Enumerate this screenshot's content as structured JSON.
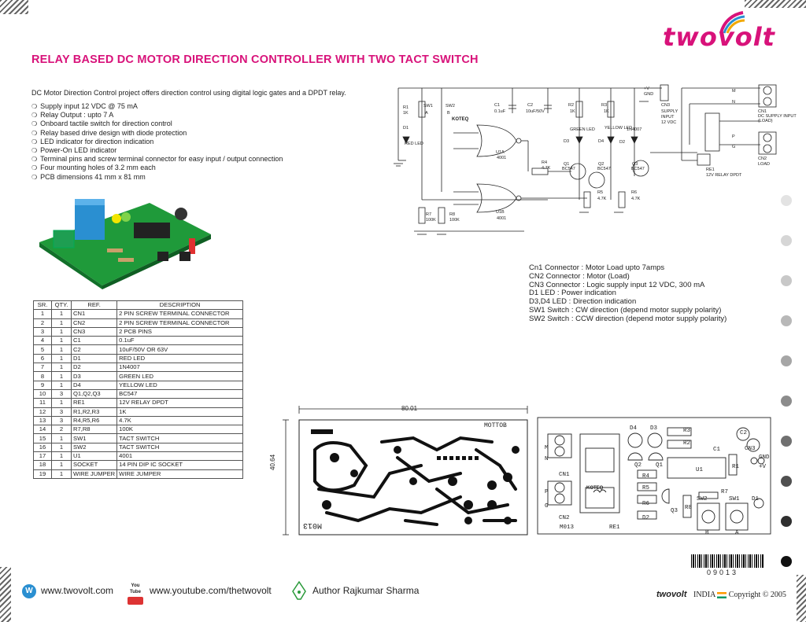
{
  "brand": {
    "logo_text": "twovolt"
  },
  "title": "RELAY BASED DC MOTOR DIRECTION CONTROLLER WITH TWO TACT SWITCH",
  "intro": "DC Motor Direction Control project offers direction control using digital logic gates and a DPDT relay.",
  "features": [
    "Supply input 12 VDC @ 75 mA",
    "Relay Output : upto 7 A",
    "Onboard tactile switch for direction control",
    "Relay based drive design with diode protection",
    "LED indicator for direction indication",
    "Power-On LED indicator",
    "Terminal pins and screw terminal connector for easy input / output connection",
    "Four mounting holes of 3.2 mm each",
    "PCB dimensions 41 mm x 81 mm"
  ],
  "bom": {
    "headers": [
      "SR.",
      "QTY.",
      "REF.",
      "DESCRIPTION"
    ],
    "rows": [
      [
        "1",
        "1",
        "CN1",
        "2 PIN SCREW TERMINAL CONNECTOR"
      ],
      [
        "2",
        "1",
        "CN2",
        "2 PIN SCREW TERMINAL CONNECTOR"
      ],
      [
        "3",
        "1",
        "CN3",
        "2 PCB PINS"
      ],
      [
        "4",
        "1",
        "C1",
        "0.1uF"
      ],
      [
        "5",
        "1",
        "C2",
        "10uF/50V OR 63V"
      ],
      [
        "6",
        "1",
        "D1",
        "RED LED"
      ],
      [
        "7",
        "1",
        "D2",
        "1N4007"
      ],
      [
        "8",
        "1",
        "D3",
        "GREEN LED"
      ],
      [
        "9",
        "1",
        "D4",
        "YELLOW LED"
      ],
      [
        "10",
        "3",
        "Q1,Q2,Q3",
        "BC547"
      ],
      [
        "11",
        "1",
        "RE1",
        "12V RELAY DPDT"
      ],
      [
        "12",
        "3",
        "R1,R2,R3",
        "1K"
      ],
      [
        "13",
        "3",
        "R4,R5,R6",
        "4.7K"
      ],
      [
        "14",
        "2",
        "R7,R8",
        "100K"
      ],
      [
        "15",
        "1",
        "SW1",
        "TACT SWITCH"
      ],
      [
        "16",
        "1",
        "SW2",
        "TACT SWITCH"
      ],
      [
        "17",
        "1",
        "U1",
        "4001"
      ],
      [
        "18",
        "1",
        "SOCKET",
        "14 PIN DIP IC SOCKET"
      ],
      [
        "19",
        "1",
        "WIRE JUMPER",
        "WIRE JUMPER"
      ]
    ]
  },
  "notes": [
    "Cn1 Connector : Motor Load upto 7amps",
    "CN2 Connector : Motor (Load)",
    "CN3 Connector : Logic supply input 12 VDC, 300 mA",
    "D1 LED : Power indication",
    "D3,D4 LED : Direction indication",
    "SW1 Switch : CW direction (depend motor supply polarity)",
    "SW2 Switch : CCW direction (depend motor supply polarity)"
  ],
  "schematic": {
    "labels": [
      "R1",
      "1K",
      "SW1",
      "A",
      "SW2",
      "B",
      "D1",
      "RED LED",
      "C1",
      "0.1uF",
      "C2",
      "10uF/50V",
      "R2",
      "1K",
      "R3",
      "1K",
      "D3",
      "GREEN LED",
      "D4",
      "YELLOW LED",
      "D2",
      "1N4007",
      "U1A",
      "4001",
      "U1B",
      "4001",
      "R4",
      "4.7K",
      "Q1",
      "BC547",
      "Q2",
      "BC547",
      "Q3",
      "BC547",
      "R5",
      "4.7K",
      "R6",
      "4.7K",
      "R7",
      "100K",
      "R8",
      "100K",
      "CN3",
      "SUPPLY",
      "INPUT",
      "12 VDC",
      "+V",
      "GND",
      "CN1",
      "DC SUPPLY INPUT",
      "(LOAD)",
      "CN2",
      "LOAD",
      "RE1",
      "12V RELAY DPDT",
      "M",
      "N",
      "P",
      "G"
    ],
    "brand": "KOTEQ"
  },
  "pcb": {
    "dimension_width": "80.01",
    "dimension_height": "40.64",
    "copper_label": "MOTTOB",
    "copper_mirror_label": "M013",
    "copper_brand": "KOTEQ",
    "silk_labels": [
      "CN1",
      "CN2",
      "M013",
      "RE1",
      "D4",
      "D3",
      "Q2",
      "Q1",
      "R3",
      "R2",
      "C1",
      "C2",
      "CN3",
      "U1",
      "R1",
      "R4",
      "R5",
      "R6",
      "D2",
      "Q3",
      "R8",
      "R7",
      "SW2",
      "SW1",
      "D1",
      "B",
      "A",
      "GND",
      "+V",
      "M",
      "N",
      "P",
      "G"
    ],
    "silk_brand": "KOTEQ"
  },
  "barcode_number": "09013",
  "footer": {
    "website": "www.twovolt.com",
    "youtube": "www.youtube.com/thetwovolt",
    "author": "Author Rajkumar Sharma",
    "youtube_icon_text": "You Tube",
    "brand": "twovolt",
    "country": "INDIA",
    "copyright": "Copyright © 2005"
  },
  "colors": {
    "accent": "#d8127a",
    "pcb_green": "#1f9a3a",
    "relay_blue": "#2a8fd1"
  },
  "nav_dots": [
    "#e3e3e3",
    "#d6d6d6",
    "#c8c8c8",
    "#b8b8b8",
    "#a6a6a6",
    "#8c8c8c",
    "#707070",
    "#505050",
    "#2f2f2f",
    "#111111"
  ]
}
